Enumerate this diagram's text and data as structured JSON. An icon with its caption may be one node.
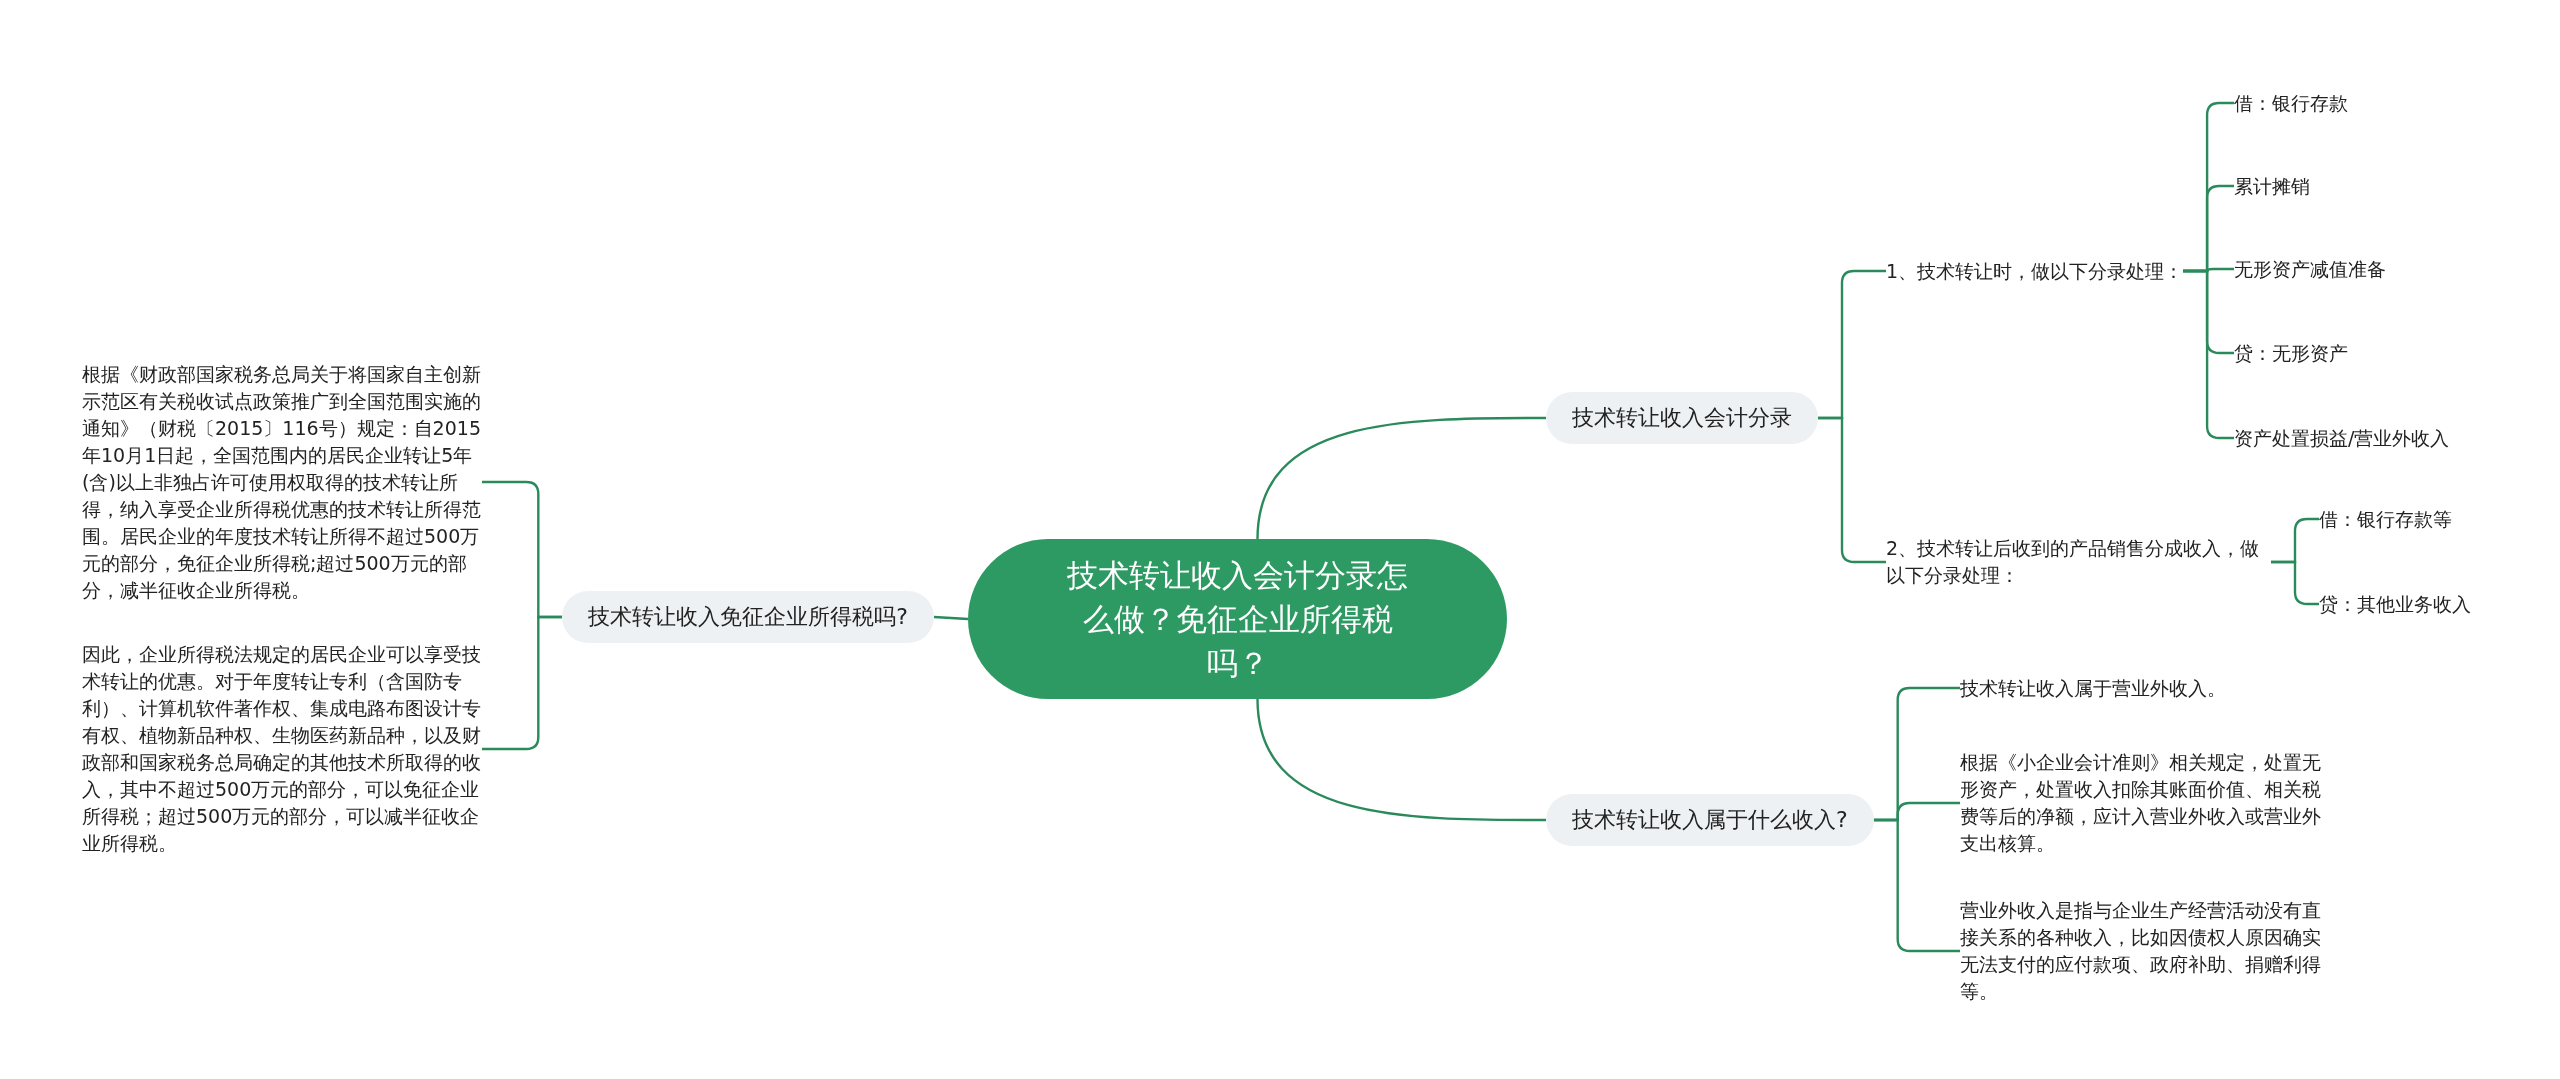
{
  "diagram": {
    "nodes": [
      {
        "text": [
          "技术转让收入会计分录怎么做？免征企业所得税吗？"
        ]
      },
      {
        "text": [
          "技术转让收入免征企业所得税吗?"
        ]
      },
      {
        "text": [
          "根据《财政部国家税务总局关于将国家自主创新示范区有关税收试点政策推广到全国范围实施的通知》（财税〔2015〕116号）规定：自2015年10月1日起，全国范围内的居民企业转让5年(含)以上非独占许可使用权取得的技术转让所得，纳入享受企业所得税优惠的技术转让所得范围。居民企业的年度技术转让所得不超过500万元的部分，免征企业所得税;超过500万元的部分，减半征收企业所得税。"
        ]
      },
      {
        "text": [
          "因此，企业所得税法规定的居民企业可以享受技术转让的优惠。对于年度转让专利（含国防专利）、计算机软件著作权、集成电路布图设计专有权、植物新品种权、生物医药新品种，以及财政部和国家税务总局确定的其他技术所取得的收入，其中不超过500万元的部分，可以免征企业所得税；超过500万元的部分，可以减半征收企业所得税。"
        ]
      },
      {
        "text": [
          "技术转让收入会计分录"
        ]
      },
      {
        "text": [
          "1、技术转让时，做以下分录处理："
        ]
      },
      {
        "text": [
          "借：银行存款"
        ]
      },
      {
        "text": [
          "累计摊销"
        ]
      },
      {
        "text": [
          "无形资产减值准备"
        ]
      },
      {
        "text": [
          "贷：无形资产"
        ]
      },
      {
        "text": [
          "资产处置损益/营业外收入"
        ]
      },
      {
        "text": [
          "2、技术转让后收到的产品销售分成收入，做以下分录处理："
        ]
      },
      {
        "text": [
          "借：银行存款等"
        ]
      },
      {
        "text": [
          "贷：其他业务收入"
        ]
      },
      {
        "text": [
          "技术转让收入属于什么收入?"
        ]
      },
      {
        "text": [
          "技术转让收入属于营业外收入。"
        ]
      },
      {
        "text": [
          "根据《小企业会计准则》相关规定，处置无形资产，处置收入扣除其账面价值、相关税费等后的净额，应计入营业外收入或营业外支出核算。"
        ]
      },
      {
        "text": [
          "营业外收入是指与企业生产经营活动没有直接关系的各种收入，比如因债权人原因确实无法支付的应付款项、政府补助、捐赠利得等。"
        ]
      }
    ],
    "edges": [
      {
        "from": 0,
        "to": 1,
        "arrow": "none"
      },
      {
        "from": 1,
        "to": 2,
        "arrow": "none"
      },
      {
        "from": 1,
        "to": 3,
        "arrow": "none"
      },
      {
        "from": 0,
        "to": 4,
        "arrow": "none"
      },
      {
        "from": 4,
        "to": 5,
        "arrow": "none"
      },
      {
        "from": 5,
        "to": 6,
        "arrow": "none"
      },
      {
        "from": 5,
        "to": 7,
        "arrow": "none"
      },
      {
        "from": 5,
        "to": 8,
        "arrow": "none"
      },
      {
        "from": 5,
        "to": 9,
        "arrow": "none"
      },
      {
        "from": 5,
        "to": 10,
        "arrow": "none"
      },
      {
        "from": 4,
        "to": 11,
        "arrow": "none"
      },
      {
        "from": 11,
        "to": 12,
        "arrow": "none"
      },
      {
        "from": 11,
        "to": 13,
        "arrow": "none"
      },
      {
        "from": 0,
        "to": 14,
        "arrow": "none"
      },
      {
        "from": 14,
        "to": 15,
        "arrow": "none"
      },
      {
        "from": 14,
        "to": 16,
        "arrow": "none"
      },
      {
        "from": 14,
        "to": 17,
        "arrow": "none"
      }
    ]
  }
}
